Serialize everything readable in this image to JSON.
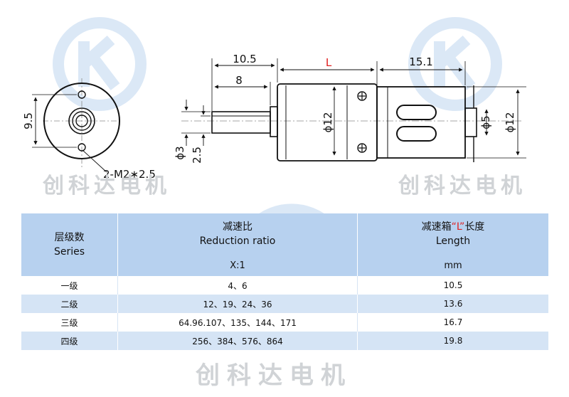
{
  "watermark": {
    "text": "创科达电机",
    "color": "#d0d3d6"
  },
  "drawing": {
    "dim_10_5": "10.5",
    "dim_8": "8",
    "dim_L": "L",
    "dim_15_1": "15.1",
    "dim_9_5": "9.5",
    "dim_phi3": "ϕ3",
    "dim_2_5": "2.5",
    "dim_phi12_body": "ϕ12",
    "dim_phi5": "ϕ5",
    "dim_phi12_motor": "ϕ12",
    "screw_note": "2-M2∗2.5",
    "accent_color": "#e02020"
  },
  "table": {
    "header": {
      "series_cn": "层级数",
      "series_en": "Series",
      "ratio_cn": "减速比",
      "ratio_en": "Reduction ratio",
      "length_cn_pre": "减速箱",
      "length_quote": "“L”",
      "length_cn_post": "长度",
      "length_en": "Length",
      "ratio_unit": "X:1",
      "length_unit": "mm"
    },
    "rows": [
      {
        "series": "一级",
        "ratios": "4、6",
        "length": "10.5"
      },
      {
        "series": "二级",
        "ratios": "12、19、24、36",
        "length": "13.6"
      },
      {
        "series": "三级",
        "ratios": "64.96.107、135、144、171",
        "length": "16.7"
      },
      {
        "series": "四级",
        "ratios": "256、384、576、864",
        "length": "19.8"
      }
    ],
    "header_color": "#b7d1ef",
    "stripe_color": "#d5e4f5"
  }
}
